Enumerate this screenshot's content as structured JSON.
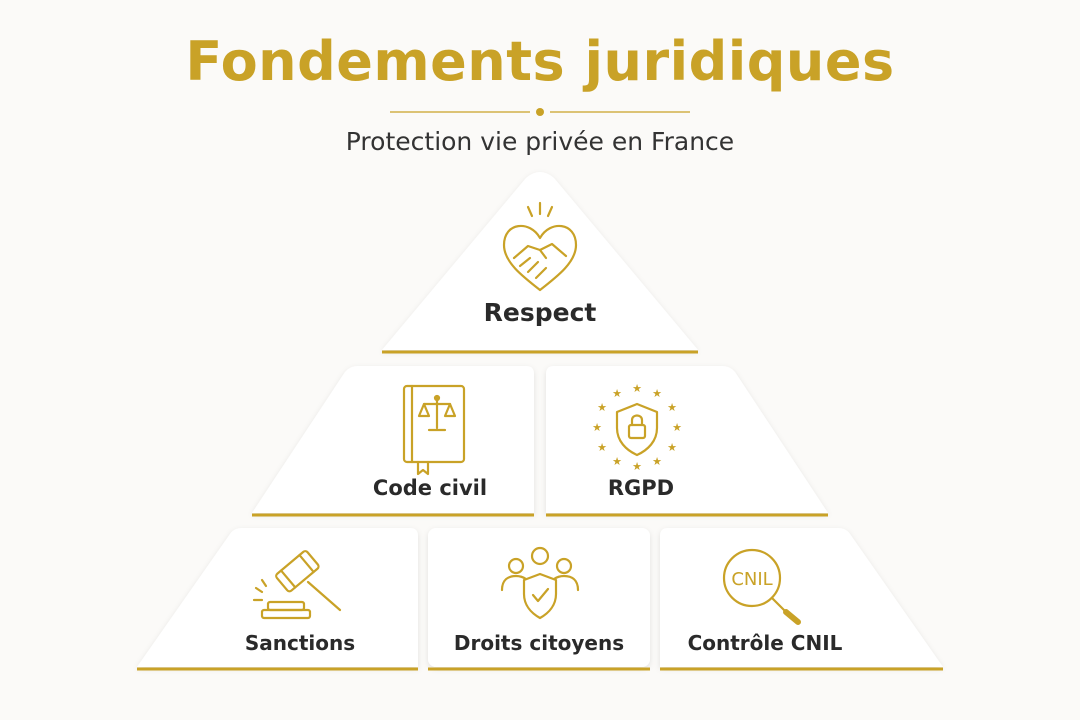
{
  "header": {
    "title": "Fondements juridiques",
    "subtitle": "Protection vie privée en France"
  },
  "colors": {
    "accent": "#c9a227",
    "text": "#2a2a2a",
    "background": "#fbfaf8",
    "tile": "#ffffff"
  },
  "pyramid": {
    "tiers": [
      {
        "blocks": [
          {
            "label": "Respect",
            "icon": "heart-handshake-icon"
          }
        ]
      },
      {
        "blocks": [
          {
            "label": "Code civil",
            "icon": "law-book-scales-icon"
          },
          {
            "label": "RGPD",
            "icon": "eu-stars-shield-lock-icon"
          }
        ]
      },
      {
        "blocks": [
          {
            "label": "Sanctions",
            "icon": "gavel-icon"
          },
          {
            "label": "Droits citoyens",
            "icon": "people-shield-icon"
          },
          {
            "label": "Contrôle CNIL",
            "icon": "cnil-magnifier-icon"
          }
        ]
      }
    ],
    "cnil_icon_text": "CNIL"
  }
}
